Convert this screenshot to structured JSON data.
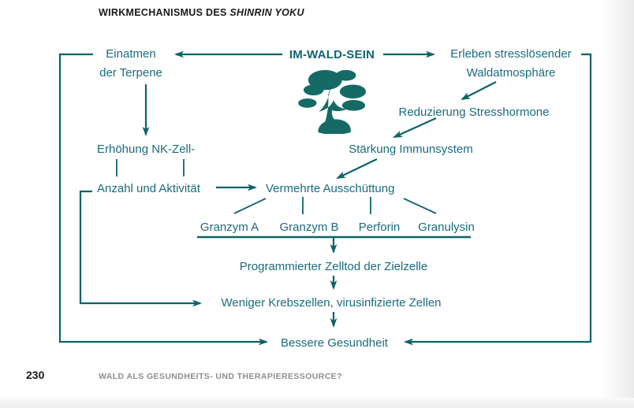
{
  "page": {
    "title_prefix": "WIRKMECHANISMUS DES ",
    "title_italic": "SHINRIN YOKU",
    "footer": {
      "page_number": "230",
      "running_title": "WALD ALS GESUNDHEITS- UND THERAPIERESSOURCE?"
    }
  },
  "colors": {
    "accent_teal_lines": "#0d6466",
    "diagram_text_teal": "#1a6b7c",
    "title_black": "#1a1a1a",
    "footer_gray": "#8d8d8d"
  },
  "diagram": {
    "icon": "bonsai-tree-icon",
    "nodes": {
      "im_wald_sein": "IM-WALD-SEIN",
      "einatmen_line1": "Einatmen",
      "einatmen_line2": "der Terpene",
      "erleben_line1": "Erleben stresslösender",
      "erleben_line2": "Waldatmosphäre",
      "reduzierung": "Reduzierung Stresshormone",
      "staerkung": "Stärkung Immunsystem",
      "erhoehung": "Erhöhung NK-Zell-",
      "anzahl": "Anzahl und Aktivität",
      "vermehrte": "Vermehrte Ausschüttung",
      "granzym_a": "Granzym A",
      "granzym_b": "Granzym B",
      "perforin": "Perforin",
      "granulysin": "Granulysin",
      "zelltod": "Programmierter Zelltod der Zielzelle",
      "weniger": "Weniger Krebszellen, virusinfizierte Zellen",
      "bessere": "Bessere Gesundheit"
    }
  }
}
